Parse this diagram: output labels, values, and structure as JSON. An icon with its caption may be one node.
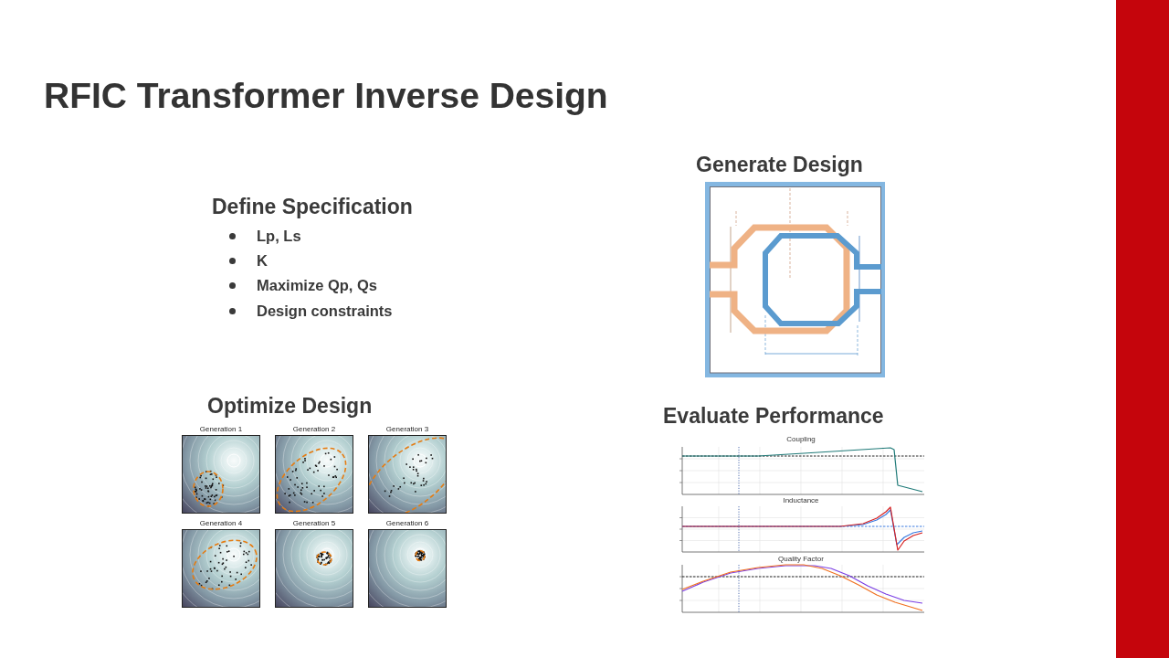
{
  "diagram": {
    "title": "RFIC Transformer Inverse Design",
    "nodes": [
      {
        "text": [],
        "shape": "bar"
      }
    ],
    "labels": [
      "Define Specification",
      "Lp, Ls",
      "K",
      "Maximize Qp, Qs",
      "Design constraints",
      "Generate Design",
      "Optimize Design",
      "Generation 1",
      "Generation 2",
      "Generation 3",
      "Generation 4",
      "Generation 5",
      "Generation 6",
      "Evaluate Performance",
      "Coupling",
      "Inductance",
      "Quality Factor"
    ]
  }
}
